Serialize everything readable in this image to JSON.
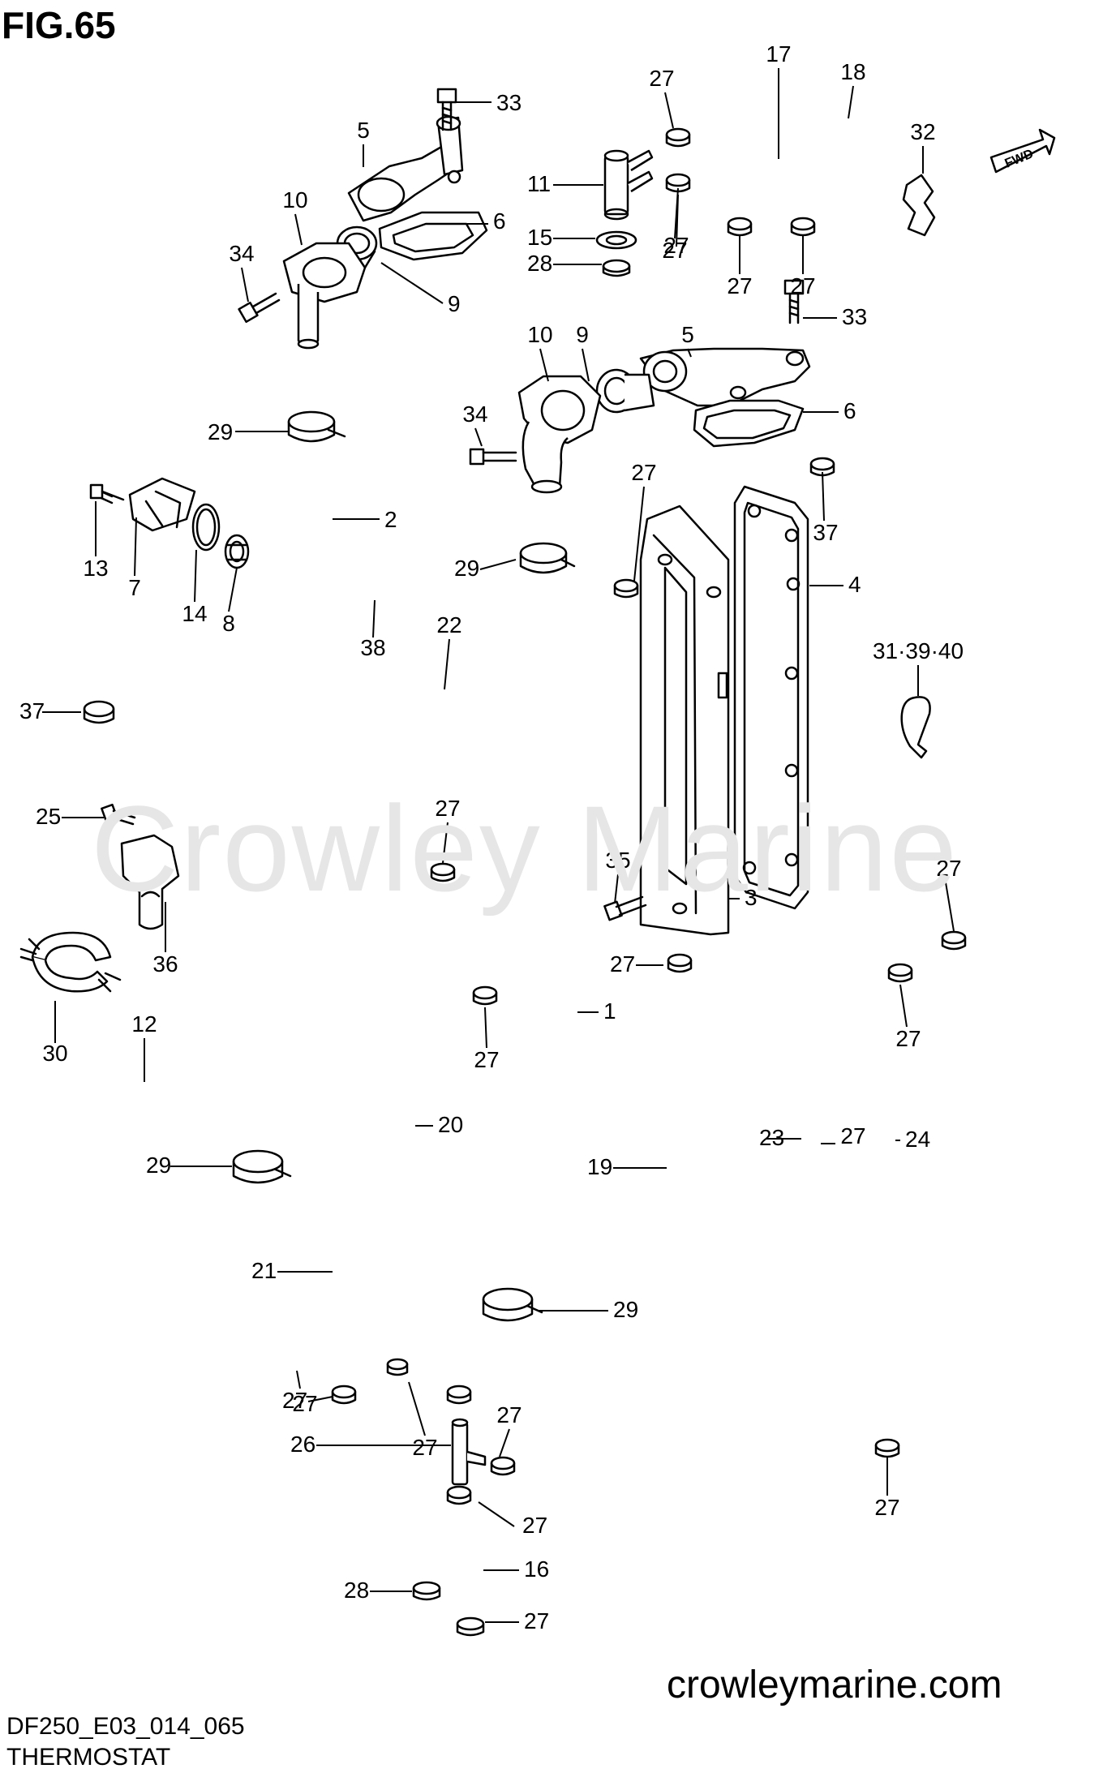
{
  "figure_title": "FIG.65",
  "drawing_code": "DF250_E03_014_065",
  "caption": "THERMOSTAT",
  "website": "crowleymarine.com",
  "watermark": "Crowley Marine",
  "direction_marker": "FWD",
  "part_callouts": [
    "33",
    "5",
    "10",
    "6",
    "34",
    "9",
    "29",
    "2",
    "13",
    "7",
    "14",
    "8",
    "38",
    "37",
    "25",
    "36",
    "30",
    "12",
    "29",
    "21",
    "27",
    "27",
    "17",
    "18",
    "32",
    "11",
    "15",
    "28",
    "27",
    "27",
    "27",
    "27",
    "33",
    "5",
    "9",
    "10",
    "6",
    "34",
    "27",
    "37",
    "29",
    "22",
    "4",
    "31·39·40",
    "27",
    "35",
    "3",
    "27",
    "27",
    "20",
    "1",
    "27",
    "27",
    "27",
    "23",
    "24",
    "19",
    "29",
    "27",
    "27",
    "26",
    "27",
    "27",
    "16",
    "28",
    "27",
    "27"
  ]
}
